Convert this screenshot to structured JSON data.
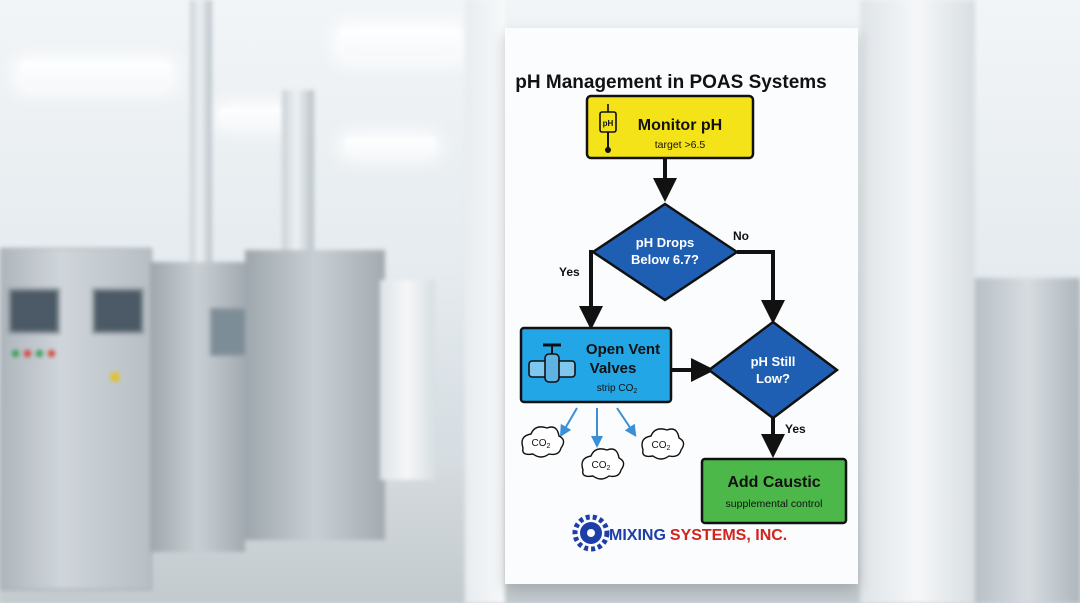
{
  "poster": {
    "title": "pH Management in POAS Systems",
    "monitor": {
      "title": "Monitor pH",
      "subtitle": "target >6.5",
      "icon": "ph-probe-icon",
      "icon_label": "pH"
    },
    "decision1": {
      "line1": "pH Drops",
      "line2": "Below 6.7?"
    },
    "yes_label": "Yes",
    "no_label": "No",
    "vent": {
      "line1": "Open Vent",
      "line2": "Valves",
      "subtitle": "strip CO",
      "subtitle_sub": "2",
      "icon": "valve-icon"
    },
    "co2": {
      "text": "CO",
      "sub": "2"
    },
    "decision2": {
      "line1": "pH Still",
      "line2": "Low?"
    },
    "yes_label2": "Yes",
    "caustic": {
      "title": "Add Caustic",
      "subtitle": "supplemental control"
    },
    "brand": {
      "part1": "MIXING",
      "part2": "SYSTEMS, INC.",
      "icon": "gear-logo-icon"
    }
  },
  "colors": {
    "yellow": "#f5e31a",
    "blue_diamond": "#1f5fb3",
    "cyan_box": "#23a6e6",
    "green_box": "#4cb84a",
    "brand_blue": "#1d3ea8",
    "brand_red": "#d0241c"
  }
}
